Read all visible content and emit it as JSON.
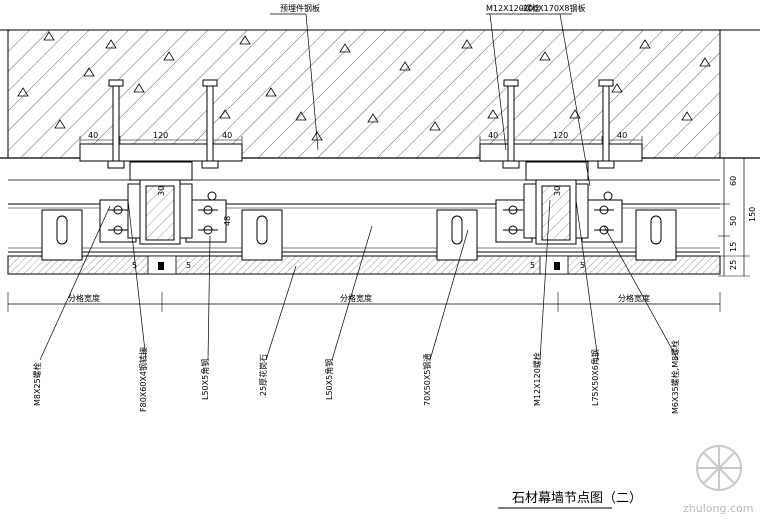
{
  "drawing": {
    "title": "石材幕墙节点图（二）",
    "top_labels": {
      "left_anchor": "预埋件钢板",
      "anchor_bolt": "M12X120螺栓",
      "embed_plate": "-200X170X8钢板"
    },
    "bottom_labels": [
      "M8X25螺栓",
      "F80X60X4钢转接",
      "L50X5角钢",
      "25厚花岗石",
      "L50X5角钢",
      "70X50X5钢通",
      "M12X120螺栓",
      "L75X50X6角钢",
      "M6X35螺栓,M8螺栓"
    ],
    "dimensions": {
      "plate_left_40": "40",
      "plate_width_120": "120",
      "plate_right_40": "40",
      "bracket_30": "30",
      "bracket_48": "48",
      "gap_5": "5",
      "right_60": "60",
      "right_50": "50",
      "right_150": "150",
      "right_15": "15",
      "right_25": "25",
      "span_left": "分格宽度",
      "span_mid": "分格宽度",
      "span_right": "分格宽度"
    }
  },
  "watermark": {
    "text": "zhulong.com"
  }
}
